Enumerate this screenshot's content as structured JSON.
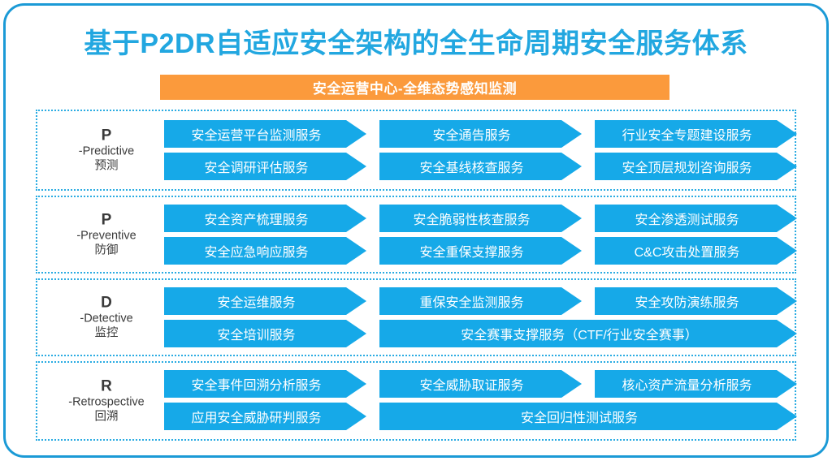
{
  "title": "基于P2DR自适应安全架构的全生命周期安全服务体系",
  "banner": {
    "label": "安全运营中心-全维态势感知监测",
    "color": "#FB9A3C"
  },
  "theme": {
    "accent_blue": "#22A7E0",
    "arrow_blue": "#16A9E8",
    "dotted_border": "#29ABE2",
    "frame_border": "#1B9AD6",
    "label_text": "#3A3A3A"
  },
  "rows": [
    {
      "letter": "P",
      "english": "-Predictive",
      "chinese": "预测",
      "items": [
        {
          "label": "安全运营平台监测服务",
          "col": 0,
          "slot": 0,
          "span": 1
        },
        {
          "label": "安全通告服务",
          "col": 1,
          "slot": 0,
          "span": 1
        },
        {
          "label": "行业安全专题建设服务",
          "col": 2,
          "slot": 0,
          "span": 1
        },
        {
          "label": "安全调研评估服务",
          "col": 0,
          "slot": 1,
          "span": 1
        },
        {
          "label": "安全基线核查服务",
          "col": 1,
          "slot": 1,
          "span": 1
        },
        {
          "label": "安全顶层规划咨询服务",
          "col": 2,
          "slot": 1,
          "span": 1
        }
      ]
    },
    {
      "letter": "P",
      "english": "-Preventive",
      "chinese": "防御",
      "items": [
        {
          "label": "安全资产梳理服务",
          "col": 0,
          "slot": 0,
          "span": 1
        },
        {
          "label": "安全脆弱性核查服务",
          "col": 1,
          "slot": 0,
          "span": 1
        },
        {
          "label": "安全渗透测试服务",
          "col": 2,
          "slot": 0,
          "span": 1
        },
        {
          "label": "安全应急响应服务",
          "col": 0,
          "slot": 1,
          "span": 1
        },
        {
          "label": "安全重保支撑服务",
          "col": 1,
          "slot": 1,
          "span": 1
        },
        {
          "label": "C&C攻击处置服务",
          "col": 2,
          "slot": 1,
          "span": 1
        }
      ]
    },
    {
      "letter": "D",
      "english": "-Detective",
      "chinese": "监控",
      "items": [
        {
          "label": "安全运维服务",
          "col": 0,
          "slot": 0,
          "span": 1
        },
        {
          "label": "重保安全监测服务",
          "col": 1,
          "slot": 0,
          "span": 1
        },
        {
          "label": "安全攻防演练服务",
          "col": 2,
          "slot": 0,
          "span": 1
        },
        {
          "label": "安全培训服务",
          "col": 0,
          "slot": 1,
          "span": 1
        },
        {
          "label": "安全赛事支撑服务（CTF/行业安全赛事）",
          "col": 1,
          "slot": 1,
          "span": 2
        }
      ]
    },
    {
      "letter": "R",
      "english": "-Retrospective",
      "chinese": "回溯",
      "items": [
        {
          "label": "安全事件回溯分析服务",
          "col": 0,
          "slot": 0,
          "span": 1
        },
        {
          "label": "安全威胁取证服务",
          "col": 1,
          "slot": 0,
          "span": 1
        },
        {
          "label": "核心资产流量分析服务",
          "col": 2,
          "slot": 0,
          "span": 1
        },
        {
          "label": "应用安全威胁研判服务",
          "col": 0,
          "slot": 1,
          "span": 1
        },
        {
          "label": "安全回归性测试服务",
          "col": 1,
          "slot": 1,
          "span": 2
        }
      ]
    }
  ]
}
